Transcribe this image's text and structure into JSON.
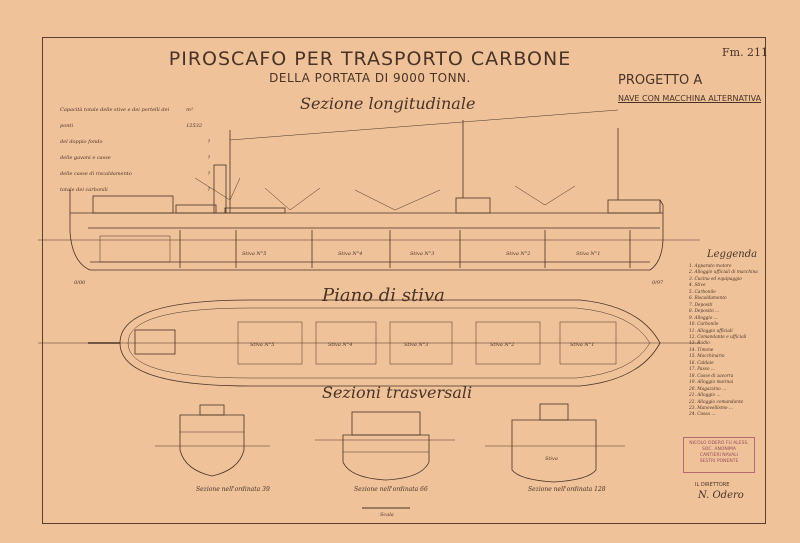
{
  "drawing": {
    "title": "PIROSCAFO PER TRASPORTO CARBONE",
    "subtitle": "DELLA PORTATA DI 9000 TONN.",
    "sheet_number": "Fm. 211",
    "project": "PROGETTO A",
    "project_subtitle": "NAVE CON MACCHINA ALTERNATIVA"
  },
  "sections": {
    "longitudinal": "Sezione longitudinale",
    "hold_plan": "Piano di stiva",
    "transverse": "Sezioni trasversali"
  },
  "notes": [
    {
      "label": "Capacità totale delle stive e dei portelli dei ponti",
      "value": "m³ 12532"
    },
    {
      "label": "del doppio fondo",
      "value": "?"
    },
    {
      "label": "delle gavoni e casse",
      "value": "?"
    },
    {
      "label": "delle casse di riscaldamento",
      "value": "?"
    },
    {
      "label": "totale dei carbonili",
      "value": "?"
    }
  ],
  "hold_labels": [
    "Stiva N°5",
    "Stiva N°4",
    "Stiva N°3",
    "Stiva N°2",
    "Stiva N°1"
  ],
  "hold_plan_labels": [
    "Stiva N°5",
    "Stiva N°4",
    "Stiva N°3",
    "Stiva N°2",
    "Stiva N°1"
  ],
  "transverse_captions": [
    "Sezione nell'ordinata 39",
    "Sezione nell'ordinata 66",
    "Sezione nell'ordinata 128"
  ],
  "transverse_hold_label": "Stiva",
  "scale_label": "Scala",
  "frame_marks": {
    "aft": "0/00",
    "fore": "0/97"
  },
  "legend": {
    "title": "Leggenda",
    "items": [
      "1. Apparato motore",
      "2. Alloggio ufficiali di macchina",
      "3. Cucina ed equipaggio",
      "4. Stive",
      "5. Carbonile",
      "6. Riscaldamento",
      "7. Depositi",
      "8. Deposito ...",
      "9. Alloggio ...",
      "10. Carbonile",
      "11. Alloggio ufficiali",
      "12. Comandante e ufficiali",
      "13. Radio",
      "14. Timone",
      "15. Macchinario",
      "16. Caldaie",
      "17. Passo ...",
      "18. Casse di zavorra",
      "19. Alloggio marinai",
      "20. Magazzino ...",
      "21. Alloggio ...",
      "22. Alloggio comandante",
      "23. Manovellismo ...",
      "24. Cassa ..."
    ]
  },
  "stamp": {
    "line1": "NICOLO ODERO FU ALESS.",
    "line2": "SOC. ANONIMA",
    "line3": "CANTIERI NAVALI",
    "line4": "SESTRI PONENTE"
  },
  "signature": {
    "label": "IL DIRETTORE",
    "name": "N. Odero"
  },
  "colors": {
    "paper": "#efc29a",
    "ink": "#4a3326",
    "stamp": "#9b4a5a"
  }
}
